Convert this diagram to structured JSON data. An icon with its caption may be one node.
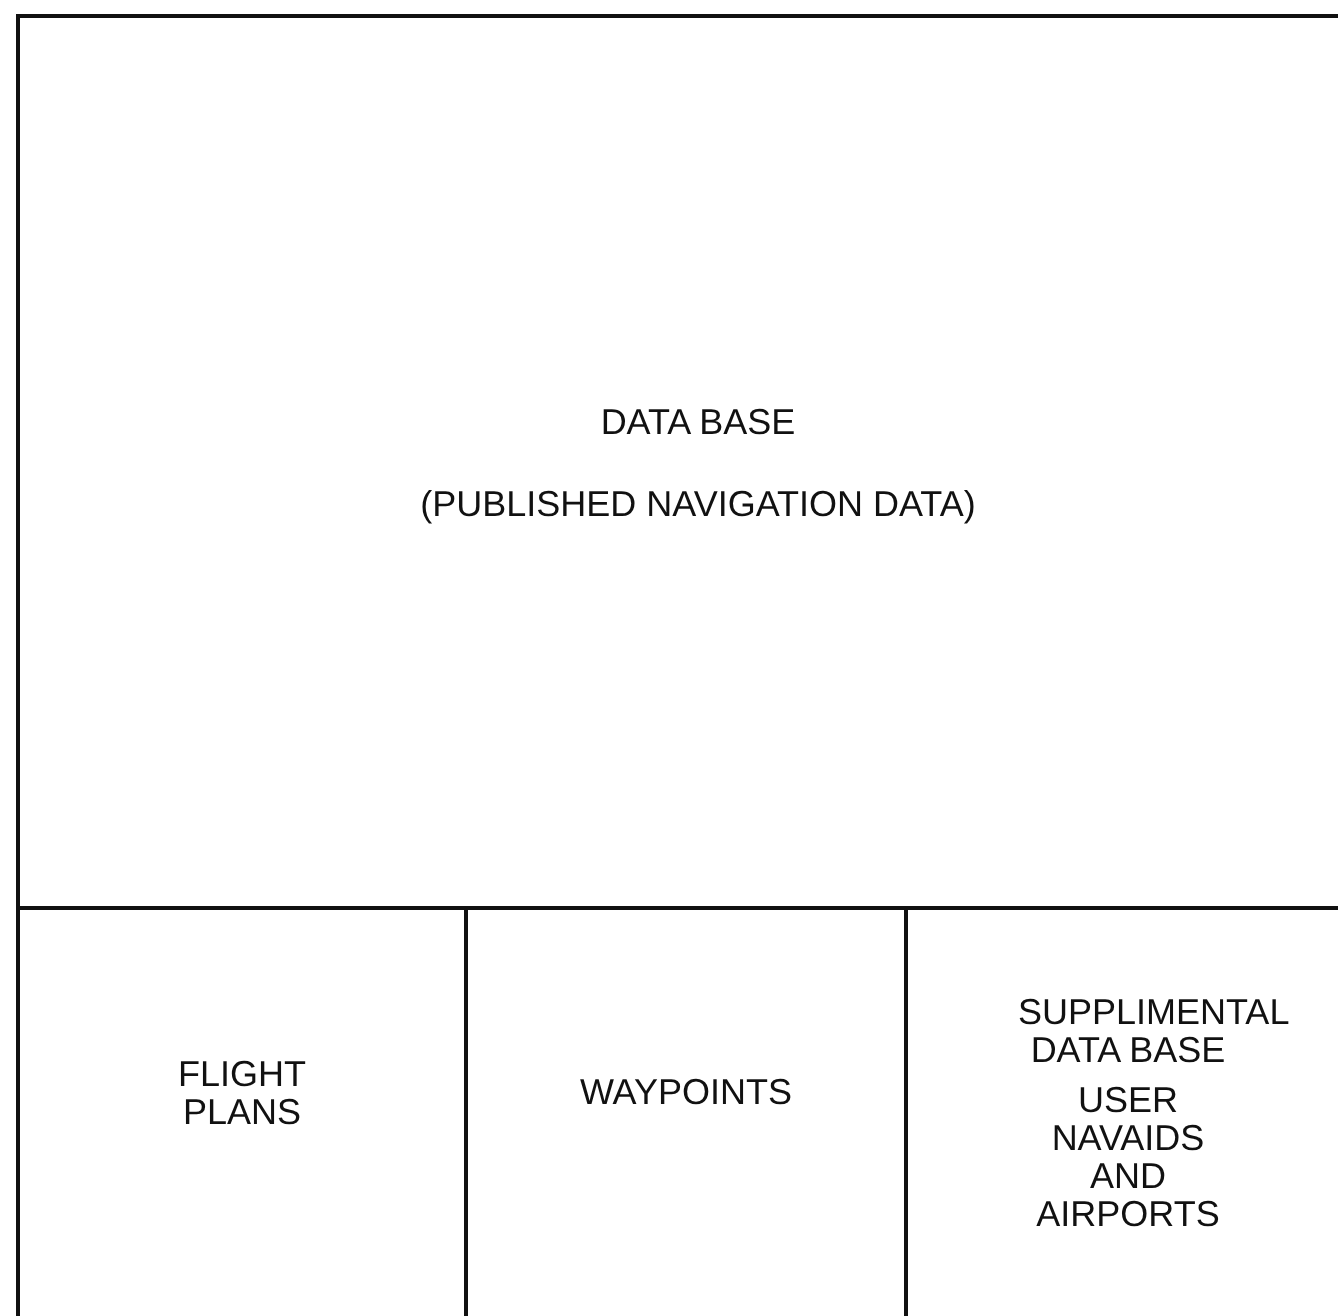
{
  "diagram": {
    "nodes": [
      {
        "text": [
          "DATA BASE",
          "(PUBLISHED NAVIGATION DATA)"
        ]
      },
      {
        "text": [
          "FLIGHT PLANS"
        ]
      },
      {
        "text": [
          "WAYPOINTS"
        ]
      },
      {
        "text": [
          "SUPPLIMENTAL DATA BASE",
          "USER NAVAIDS AND AIRPORTS"
        ]
      }
    ]
  }
}
